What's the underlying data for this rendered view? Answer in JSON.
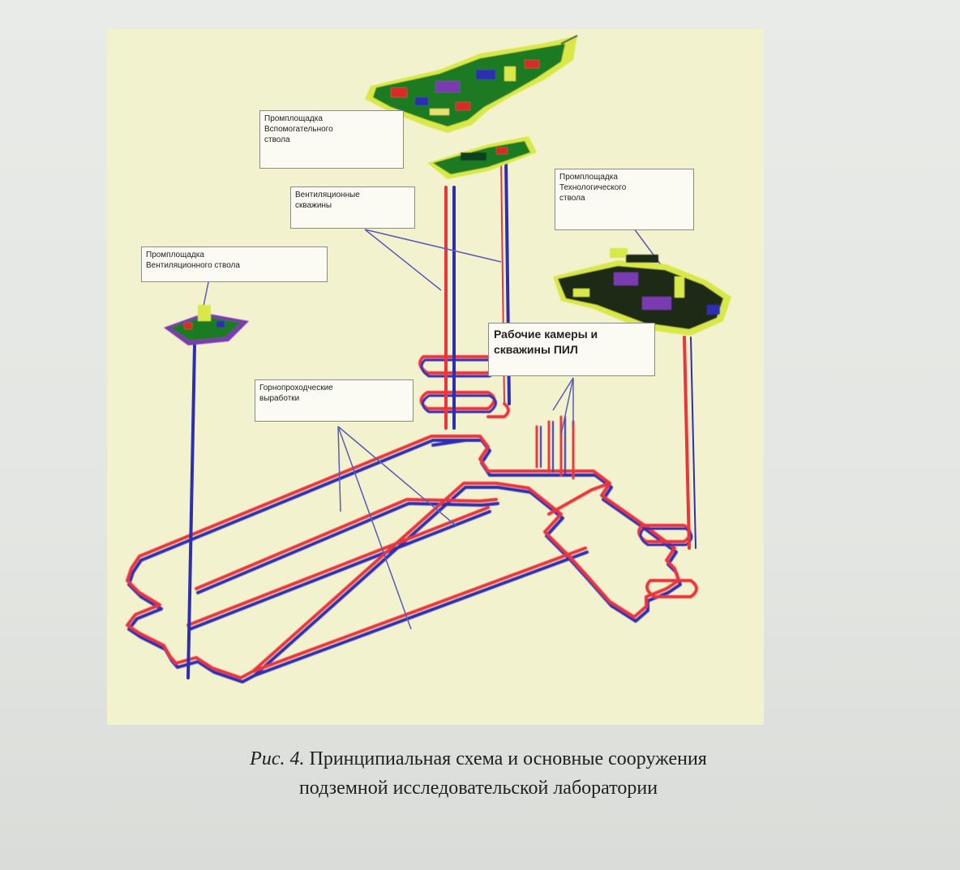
{
  "labels": {
    "aux_shaft": "Промплощадка\nВспомогательного\nствола",
    "vent_wells": "Вентиляционные\nскважины",
    "vent_shaft": "Промплощадка\nВентиляционного ствола",
    "tech_shaft": "Промплощадка\nТехнологического\nствола",
    "work_chambers": "Рабочие камеры и\nскважины ПИЛ",
    "mine_workings": "Горнопроходческие\nвыработки"
  },
  "caption": {
    "number": "Рис. 4.",
    "text": "Принципиальная схема и основные сооружения\nподземной исследовательской лаборатории"
  },
  "colors": {
    "background": "#f3f2cf",
    "red_tunnel": "#e8363a",
    "blue_tunnel": "#2e2fb0",
    "leader": "#5a5ab8",
    "site_green": "#1e7a22",
    "site_yellow": "#d9e84a"
  }
}
